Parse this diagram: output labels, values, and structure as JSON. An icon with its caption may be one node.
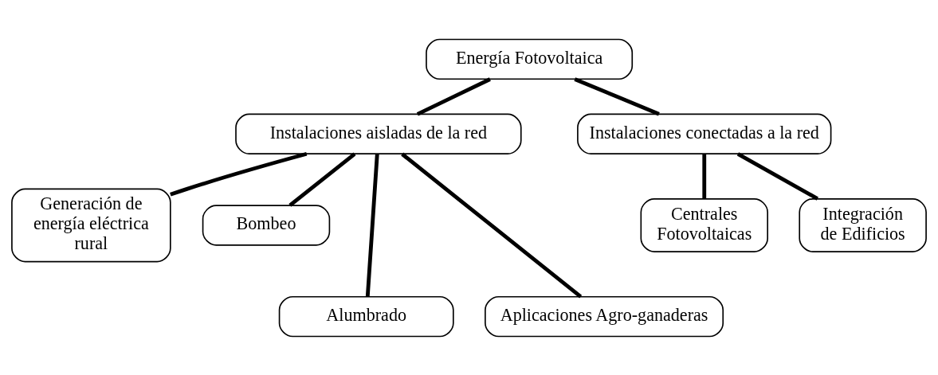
{
  "diagram": {
    "nodes": [
      {
        "text": [
          "Energía Fotovoltaica"
        ]
      },
      {
        "text": [
          "Instalaciones aisladas de la red"
        ]
      },
      {
        "text": [
          "Instalaciones conectadas a la red"
        ]
      },
      {
        "text": [
          "Generación de energía eléctrica rural"
        ]
      },
      {
        "text": [
          "Bombeo"
        ]
      },
      {
        "text": [
          "Centrales Fotovoltaicas"
        ]
      },
      {
        "text": [
          "Integración de Edificios"
        ]
      },
      {
        "text": [
          "Alumbrado"
        ]
      },
      {
        "text": [
          "Aplicaciones Agro-ganaderas"
        ]
      }
    ],
    "edges": [
      {
        "from": 0,
        "to": 1,
        "arrow": "none"
      },
      {
        "from": 0,
        "to": 2,
        "arrow": "none"
      },
      {
        "from": 1,
        "to": 3,
        "arrow": "none"
      },
      {
        "from": 1,
        "to": 4,
        "arrow": "none"
      },
      {
        "from": 1,
        "to": 7,
        "arrow": "none"
      },
      {
        "from": 1,
        "to": 8,
        "arrow": "none"
      },
      {
        "from": 2,
        "to": 5,
        "arrow": "none"
      },
      {
        "from": 2,
        "to": 6,
        "arrow": "none"
      }
    ]
  }
}
